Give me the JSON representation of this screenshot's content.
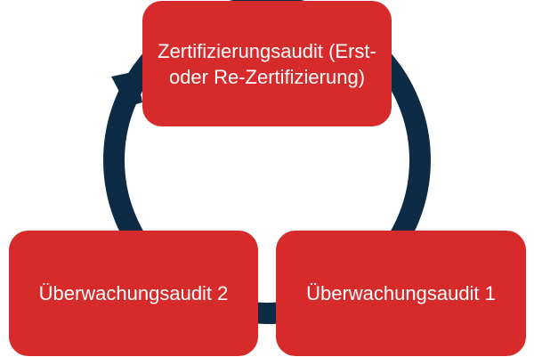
{
  "colors": {
    "box": "#d72a2b",
    "arrow": "#0d2b45",
    "text": "#ffffff"
  },
  "nodes": [
    {
      "label": "Zertifizierungsaudit (Erst- oder Re-Zertifizierung)"
    },
    {
      "label": "Überwachungsaudit 2"
    },
    {
      "label": "Überwachungsaudit 1"
    }
  ]
}
